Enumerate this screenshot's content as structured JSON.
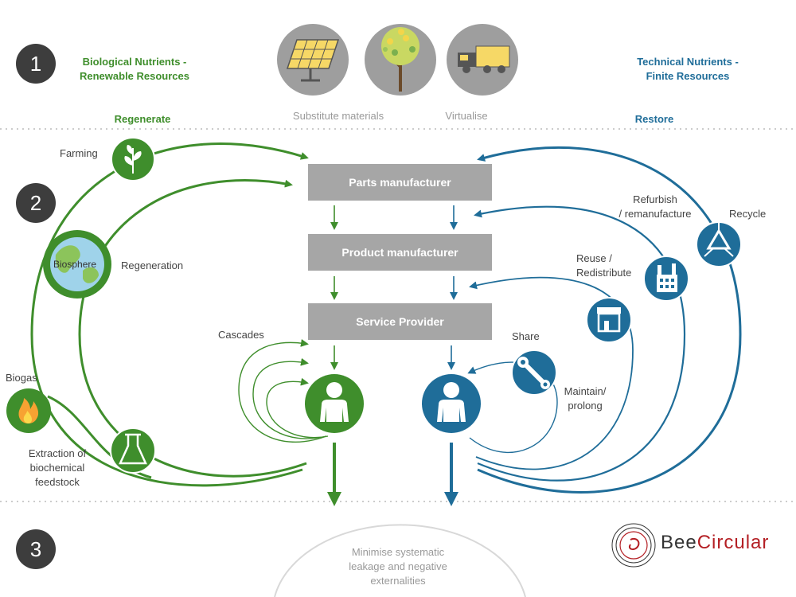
{
  "steps": {
    "one": "1",
    "two": "2",
    "three": "3"
  },
  "header": {
    "bio_title_1": "Biological Nutrients -",
    "bio_title_2": "Renewable Resources",
    "tech_title_1": "Technical Nutrients -",
    "tech_title_2": "Finite Resources",
    "substitute": "Substitute materials",
    "virtualise": "Virtualise",
    "regenerate": "Regenerate",
    "restore": "Restore"
  },
  "boxes": {
    "parts": "Parts manufacturer",
    "product": "Product manufacturer",
    "service": "Service Provider"
  },
  "bio": {
    "farming": "Farming",
    "biosphere": "Biosphere",
    "regeneration": "Regeneration",
    "cascades": "Cascades",
    "biogas": "Biogas",
    "extraction_1": "Extraction of",
    "extraction_2": "biochemical",
    "extraction_3": "feedstock"
  },
  "tech": {
    "refurbish_1": "Refurbish",
    "refurbish_2": "/ remanufacture",
    "recycle": "Recycle",
    "reuse_1": "Reuse /",
    "reuse_2": "Redistribute",
    "share": "Share",
    "maintain_1": "Maintain/",
    "maintain_2": "prolong"
  },
  "footer": {
    "leak_1": "Minimise systematic",
    "leak_2": "leakage and negative",
    "leak_3": "externalities"
  },
  "logo": {
    "bee": "Bee",
    "circular": "Circular"
  },
  "colors": {
    "green": "#3f8e2c",
    "blue": "#1f6d99",
    "box": "#a6a6a6",
    "step": "#3d3d3d"
  }
}
